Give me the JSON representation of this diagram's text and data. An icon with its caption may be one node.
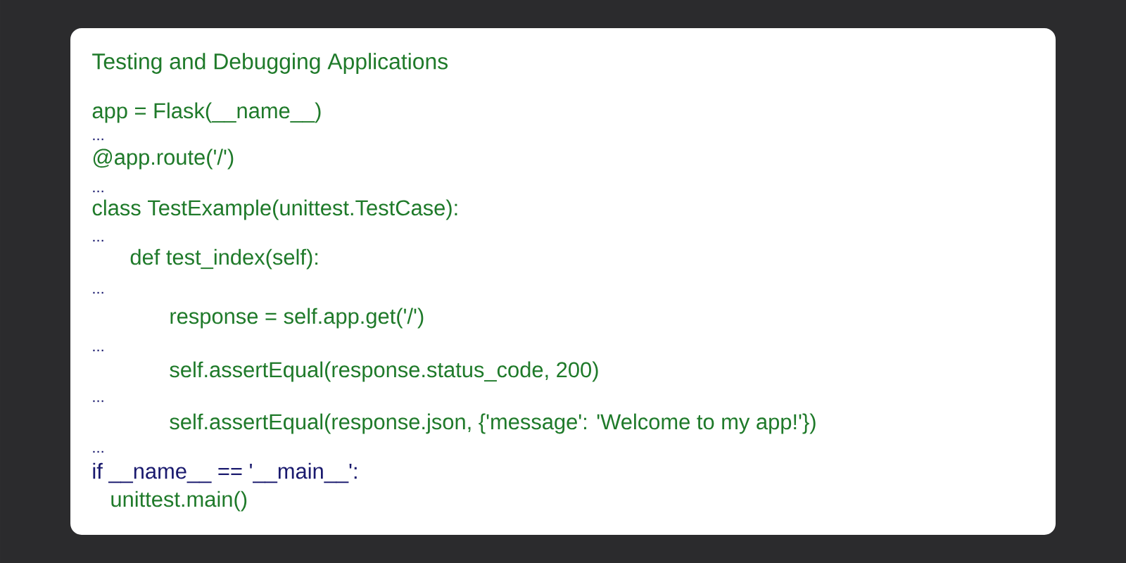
{
  "diagram": {
    "title": "Testing and Debugging Applications",
    "labels": [
      "app = Flask(__name__)",
      "...",
      "@app.route('/')",
      "...",
      "class TestExample(unittest.TestCase):",
      "...",
      "def test_index(self):",
      "...",
      "response = self.app.get('/')",
      "...",
      "self.assertEqual(response.status_code, 200)",
      "...",
      "self.assertEqual(response.json, {'message': 'Welcome to my app!'})",
      "...",
      "if __name__ == '__main__':",
      "unittest.main()"
    ]
  }
}
